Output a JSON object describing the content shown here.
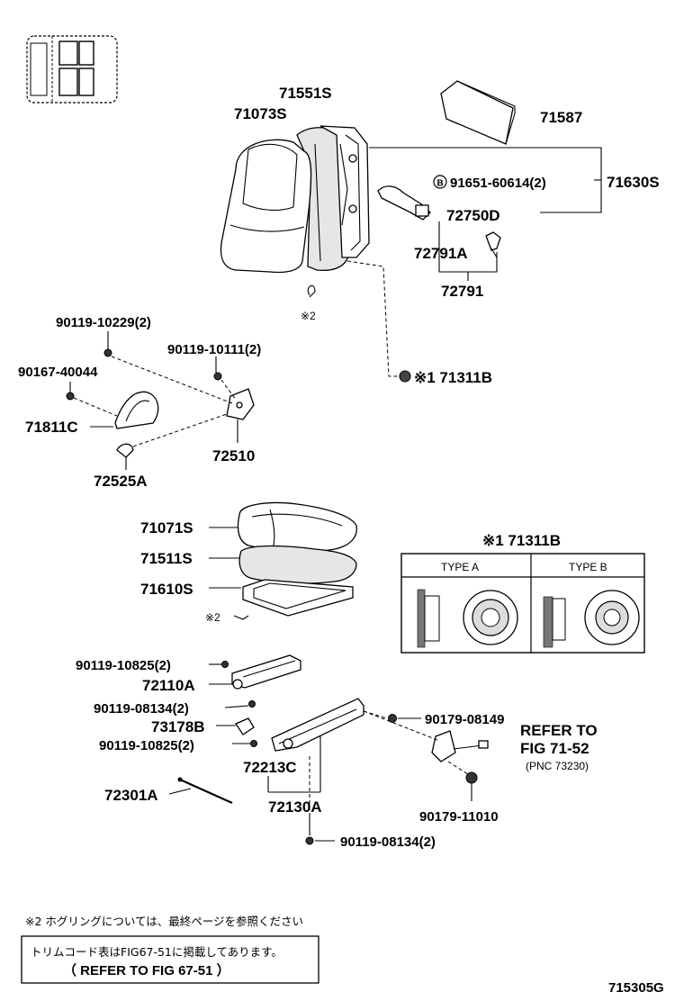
{
  "labels": {
    "p71551s": "71551S",
    "p71073s": "71073S",
    "p71587": "71587",
    "p91651": "91651-60614(2)",
    "p71630s": "71630S",
    "p72750d": "72750D",
    "p72791a": "72791A",
    "p72791": "72791",
    "mark2_top": "※2",
    "p90119_10229": "90119-10229(2)",
    "p90119_10111": "90119-10111(2)",
    "p90167": "90167-40044",
    "p71311b": "※1 71311B",
    "p71811c": "71811C",
    "p72510": "72510",
    "p72525a": "72525A",
    "p71071s": "71071S",
    "p71511s": "71511S",
    "p71610s": "71610S",
    "mark2_mid": "※2",
    "p90119_10825_a": "90119-10825(2)",
    "p72110a": "72110A",
    "p90119_08134_a": "90119-08134(2)",
    "p73178b": "73178B",
    "p90119_10825_b": "90119-10825(2)",
    "p72213c": "72213C",
    "p72301a": "72301A",
    "p72130a": "72130A",
    "p90119_08134_b": "90119-08134(2)",
    "p90179_08149": "90179-08149",
    "p90179_11010": "90179-11010",
    "refer_line1": "REFER TO",
    "refer_line2": "FIG 71-52",
    "refer_line3": "(PNC 73230)",
    "bolt_mark": "B"
  },
  "inset": {
    "title": "※1 71311B",
    "type_a": "TYPE A",
    "type_b": "TYPE B"
  },
  "notes": {
    "note2": "※2 ホグリングについては、最終ページを参照ください",
    "trim_line1": "トリムコード表はFIG67-51に掲載してあります。",
    "trim_line2": "（ REFER TO FIG 67-51 ）"
  },
  "figure_id": "715305G"
}
